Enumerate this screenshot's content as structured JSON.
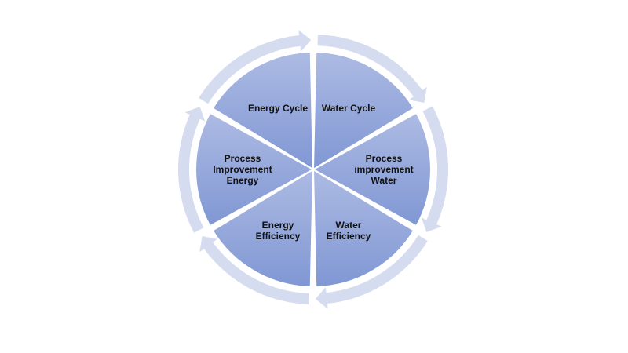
{
  "diagram": {
    "type": "cycle",
    "colors": {
      "segment_light": "#adbbe3",
      "segment_dark": "#8097d4",
      "arrow_ring": "#d5dcef",
      "separator": "#ffffff",
      "text": "#111111"
    },
    "segments": [
      {
        "id": "water-cycle",
        "lines": [
          "Water Cycle"
        ]
      },
      {
        "id": "process-improvement-water",
        "lines": [
          "Process",
          "improvement",
          "Water"
        ]
      },
      {
        "id": "water-efficiency",
        "lines": [
          "Water",
          "Efficiency"
        ]
      },
      {
        "id": "energy-efficiency",
        "lines": [
          "Energy",
          "Efficiency"
        ]
      },
      {
        "id": "process-improvement-energy",
        "lines": [
          "Process",
          "Improvement",
          "Energy"
        ]
      },
      {
        "id": "energy-cycle",
        "lines": [
          "Energy Cycle"
        ]
      }
    ]
  }
}
